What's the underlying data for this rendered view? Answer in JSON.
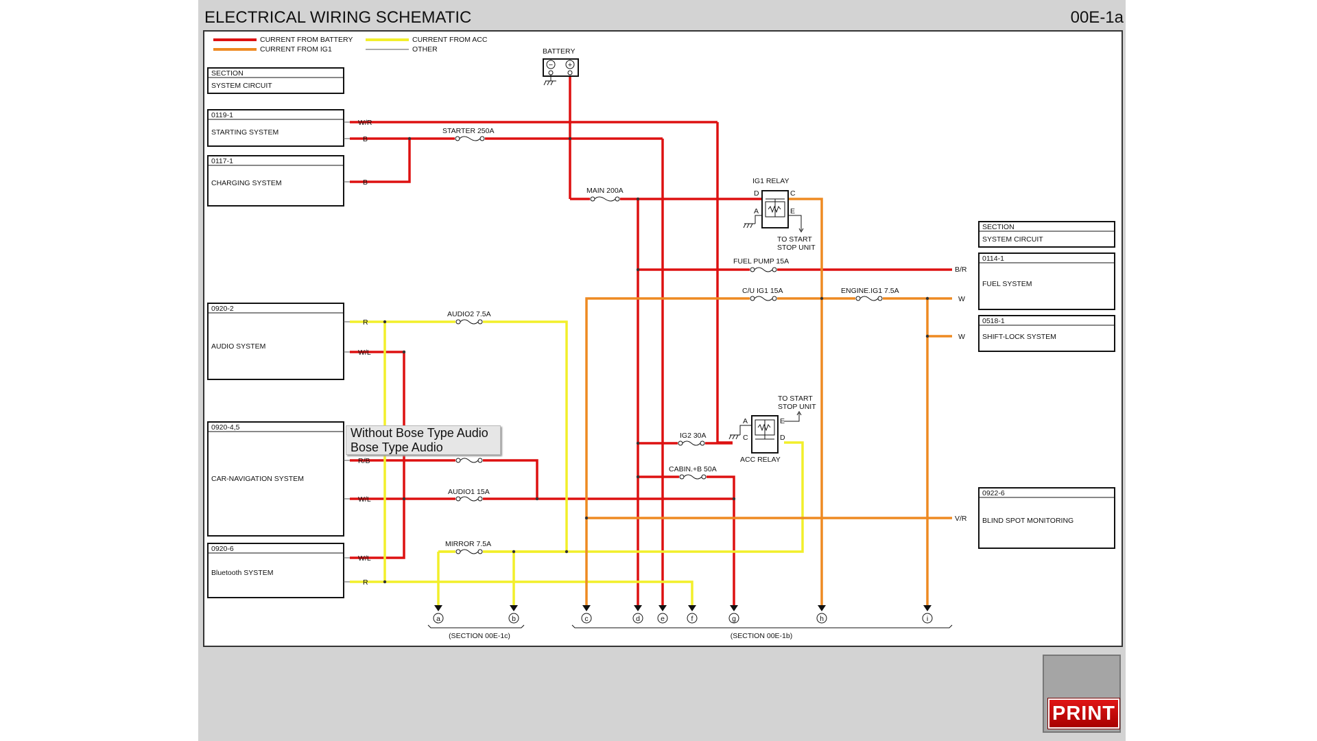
{
  "page": {
    "title": "ELECTRICAL WIRING SCHEMATIC",
    "code": "00E-1a",
    "print_label": "PRINT"
  },
  "colors": {
    "battery": "#dd1111",
    "acc": "#f2ef2a",
    "ig1": "#ee8a22",
    "other": "#555555",
    "viewer_bg": "#d3d3d3"
  },
  "legend": [
    {
      "label": "CURRENT FROM BATTERY",
      "color": "#dd1111"
    },
    {
      "label": "CURRENT FROM ACC",
      "color": "#f2ef2a"
    },
    {
      "label": "CURRENT FROM IG1",
      "color": "#ee8a22"
    },
    {
      "label": "OTHER",
      "color": "#555555"
    }
  ],
  "tooltip": {
    "line1": "Without Bose Type Audio",
    "line2": "Bose Type Audio"
  },
  "battery": {
    "label": "BATTERY",
    "neg": "−",
    "pos": "+"
  },
  "boxes": [
    {
      "id": "sec-left",
      "code": "SECTION",
      "name": "SYSTEM CIRCUIT"
    },
    {
      "id": "starting",
      "code": "0119-1",
      "name": "STARTING SYSTEM"
    },
    {
      "id": "charging",
      "code": "0117-1",
      "name": "CHARGING SYSTEM"
    },
    {
      "id": "audio",
      "code": "0920-2",
      "name": "AUDIO SYSTEM"
    },
    {
      "id": "carnav",
      "code": "0920-4,5",
      "name": "CAR-NAVIGATION SYSTEM"
    },
    {
      "id": "bt",
      "code": "0920-6",
      "name": "Bluetooth SYSTEM"
    },
    {
      "id": "sec-right",
      "code": "SECTION",
      "name": "SYSTEM CIRCUIT"
    },
    {
      "id": "fuel",
      "code": "0114-1",
      "name": "FUEL SYSTEM"
    },
    {
      "id": "shift",
      "code": "0518-1",
      "name": "SHIFT-LOCK SYSTEM"
    },
    {
      "id": "bsm",
      "code": "0922-6",
      "name": "BLIND SPOT MONITORING"
    }
  ],
  "wire_labels": [
    "W/R",
    "B",
    "B",
    "R",
    "W/L",
    "R/B",
    "W/L",
    "W/L",
    "R",
    "B/R",
    "W",
    "W",
    "V/R"
  ],
  "fuses": [
    {
      "label": "STARTER 250A"
    },
    {
      "label": "MAIN 200A"
    },
    {
      "label": "FUEL PUMP 15A"
    },
    {
      "label": "C/U IG1 15A"
    },
    {
      "label": "ENGINE.IG1 7.5A"
    },
    {
      "label": "AUDIO2 7.5A"
    },
    {
      "label": "IG2 30A"
    },
    {
      "label": "CABIN.+B 50A"
    },
    {
      "label": "AUDIO1 15A"
    },
    {
      "label": "MIRROR 7.5A"
    }
  ],
  "relays": {
    "ig1": {
      "name": "IG1 RELAY",
      "pins": [
        "D",
        "C",
        "A",
        "E"
      ],
      "note_line1": "TO START",
      "note_line2": "STOP UNIT"
    },
    "acc": {
      "name": "ACC RELAY",
      "pins": [
        "A",
        "E",
        "C",
        "D"
      ],
      "note_line1": "TO START",
      "note_line2": "STOP UNIT"
    }
  },
  "connectors": [
    "a",
    "b",
    "c",
    "d",
    "e",
    "f",
    "g",
    "h",
    "i"
  ],
  "section_refs": [
    "(SECTION 00E-1c)",
    "(SECTION 00E-1b)"
  ]
}
